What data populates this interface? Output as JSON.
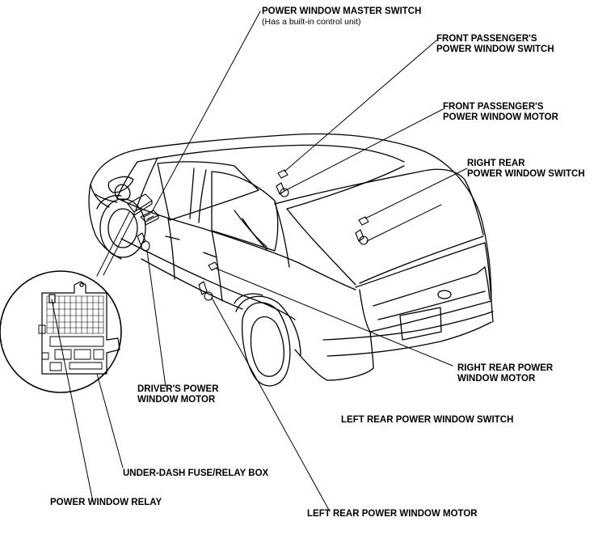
{
  "labels": {
    "master_switch": "POWER WINDOW MASTER SWITCH",
    "master_switch_note": "(Has a built-in control unit)",
    "fp_switch_1": "FRONT PASSENGER'S",
    "fp_switch_2": "POWER WINDOW SWITCH",
    "fp_motor_1": "FRONT PASSENGER'S",
    "fp_motor_2": "POWER WINDOW MOTOR",
    "rr_switch_1": "RIGHT REAR",
    "rr_switch_2": "POWER WINDOW SWITCH",
    "rr_motor_1": "RIGHT REAR POWER",
    "rr_motor_2": "WINDOW MOTOR",
    "driver_motor_1": "DRIVER'S POWER",
    "driver_motor_2": "WINDOW MOTOR",
    "lr_switch": "LEFT REAR POWER WINDOW SWITCH",
    "fuse_box": "UNDER-DASH FUSE/RELAY BOX",
    "relay": "POWER WINDOW RELAY",
    "lr_motor": "LEFT REAR POWER WINDOW MOTOR"
  }
}
